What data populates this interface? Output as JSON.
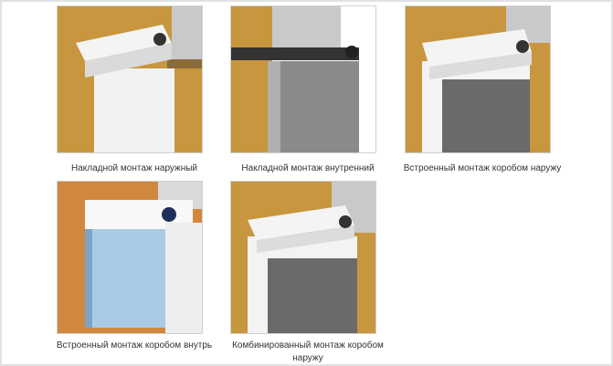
{
  "items": [
    {
      "caption": "Накладной монтаж наружный",
      "variant": "overlay-outer"
    },
    {
      "caption": "Накладной монтаж внутренний",
      "variant": "overlay-inner"
    },
    {
      "caption": "Встроенный монтаж коробом наружу",
      "variant": "built-in-outward"
    },
    {
      "caption": "Встроенный монтаж коробом внутрь",
      "variant": "built-in-inward"
    },
    {
      "caption": "Комбинированный монтаж коробом наружу",
      "variant": "combined-outward"
    }
  ],
  "colors": {
    "wall": "#c8963e",
    "stone": "#c9c9c9",
    "box": "#e6e6e6",
    "slat": "#4a4a4a",
    "blue_slat": "#a9cbe6"
  }
}
